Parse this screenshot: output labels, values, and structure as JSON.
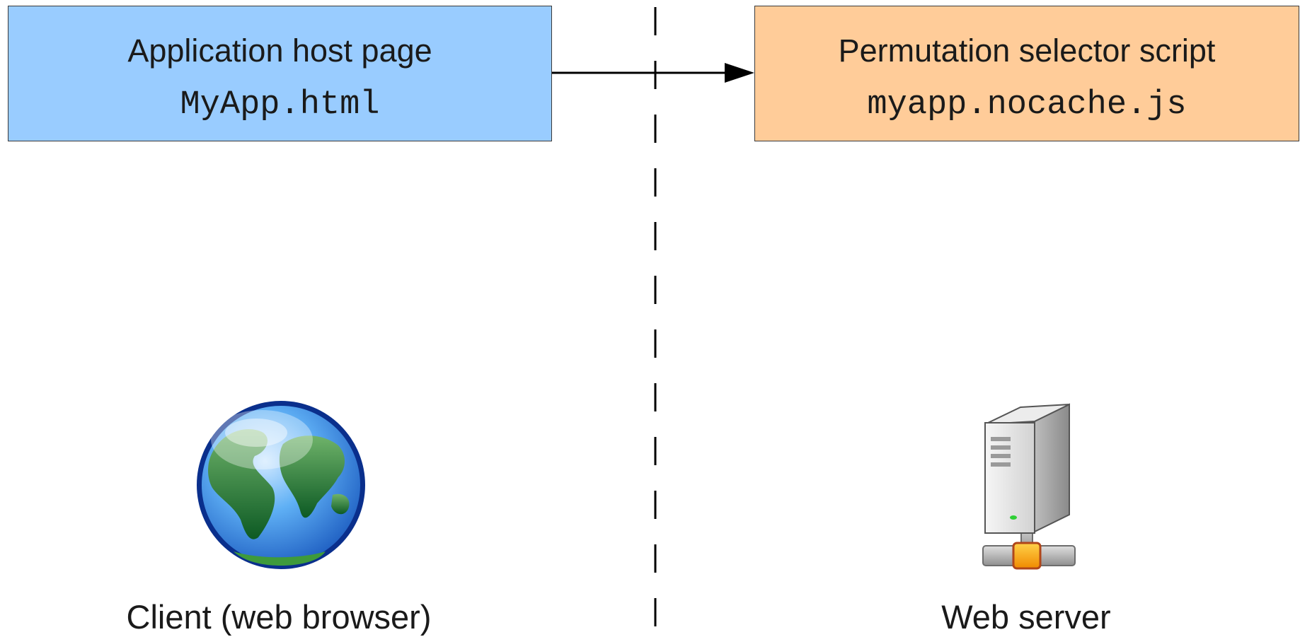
{
  "host_page": {
    "title": "Application host page",
    "file": "MyApp.html",
    "color": "#99ccff"
  },
  "selector_script": {
    "title": "Permutation selector script",
    "file": "myapp.nocache.js",
    "color": "#ffcc99"
  },
  "client": {
    "label": "Client (web browser)",
    "icon": "globe-icon"
  },
  "server": {
    "label": "Web server",
    "icon": "server-icon"
  }
}
